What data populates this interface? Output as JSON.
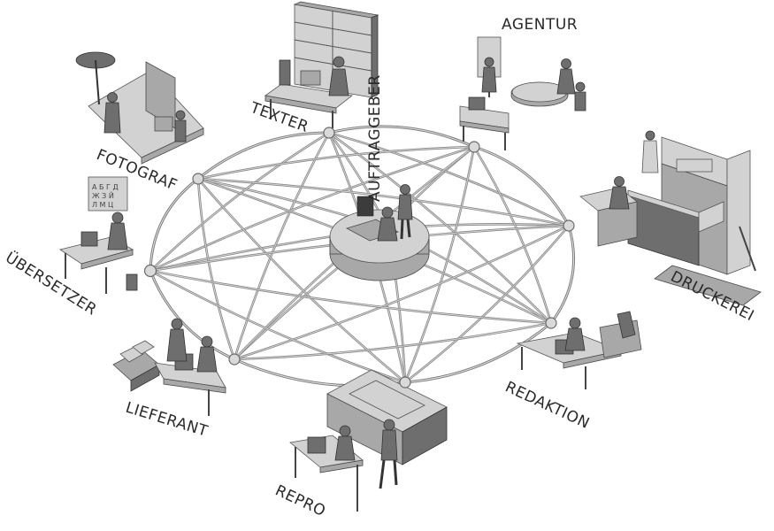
{
  "diagram": {
    "nodes": [
      {
        "id": "auftraggeber",
        "label": "AUFTRAGGEBER"
      },
      {
        "id": "texter",
        "label": "TEXTER"
      },
      {
        "id": "agentur",
        "label": "AGENTUR"
      },
      {
        "id": "fotograf",
        "label": "FOTOGRAF"
      },
      {
        "id": "druckerei",
        "label": "DRUCKEREI"
      },
      {
        "id": "uebersetzer",
        "label": "ÜBERSETZER"
      },
      {
        "id": "redaktion",
        "label": "REDAKTION"
      },
      {
        "id": "lieferant",
        "label": "LIEFERANT"
      },
      {
        "id": "repro",
        "label": "REPRO"
      }
    ],
    "colors": {
      "connection": "#8a8a8a",
      "node": "#d9d9d9",
      "scene_light": "#d2d2d2",
      "scene_dark": "#6e6e6e",
      "label": "#2a2a2a"
    }
  }
}
